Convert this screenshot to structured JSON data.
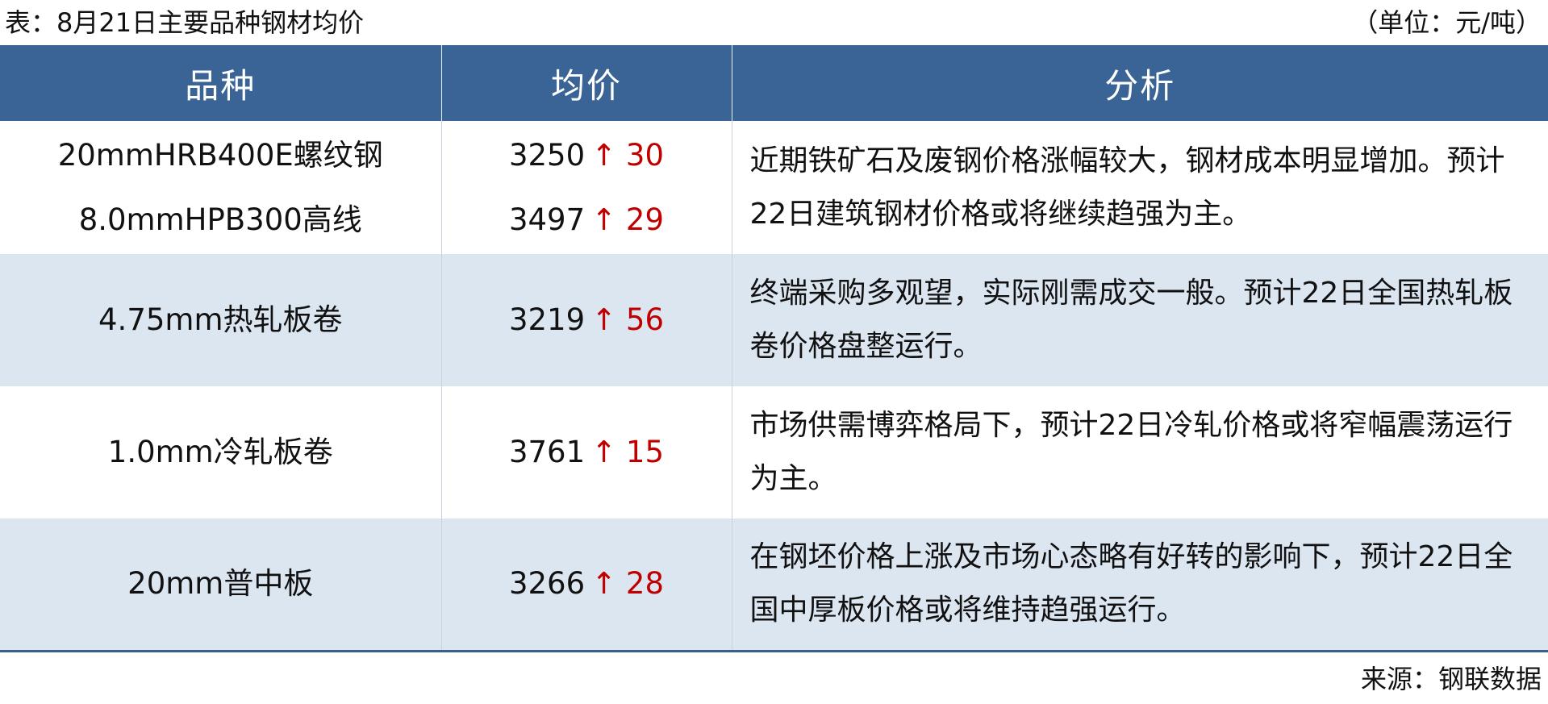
{
  "caption": {
    "title": "表：8月21日主要品种钢材均价",
    "unit": "（单位：元/吨）"
  },
  "headers": [
    "品种",
    "均价",
    "分析"
  ],
  "rows": [
    {
      "varieties": [
        "20mmHRB400E螺纹钢",
        "8.0mmHPB300高线"
      ],
      "prices": [
        {
          "price": "3250",
          "arrow": "↑",
          "change": "30"
        },
        {
          "price": "3497",
          "arrow": "↑",
          "change": "29"
        }
      ],
      "analysis": "近期铁矿石及废钢价格涨幅较大，钢材成本明显增加。预计22日建筑钢材价格或将继续趋强为主。"
    },
    {
      "varieties": [
        "4.75mm热轧板卷"
      ],
      "prices": [
        {
          "price": "3219",
          "arrow": "↑",
          "change": "56"
        }
      ],
      "analysis": "终端采购多观望，实际刚需成交一般。预计22日全国热轧板卷价格盘整运行。"
    },
    {
      "varieties": [
        "1.0mm冷轧板卷"
      ],
      "prices": [
        {
          "price": "3761",
          "arrow": "↑",
          "change": "15"
        }
      ],
      "analysis": "市场供需博弈格局下，预计22日冷轧价格或将窄幅震荡运行为主。"
    },
    {
      "varieties": [
        "20mm普中板"
      ],
      "prices": [
        {
          "price": "3266",
          "arrow": "↑",
          "change": "28"
        }
      ],
      "analysis": "在钢坯价格上涨及市场心态略有好转的影响下，预计22日全国中厚板价格或将维持趋强运行。"
    }
  ],
  "source": "来源：钢联数据",
  "colors": {
    "header_bg": "#3a6496",
    "header_text": "#ffffff",
    "alt_row_bg": "#dce6f1",
    "rise": "#c00000"
  }
}
